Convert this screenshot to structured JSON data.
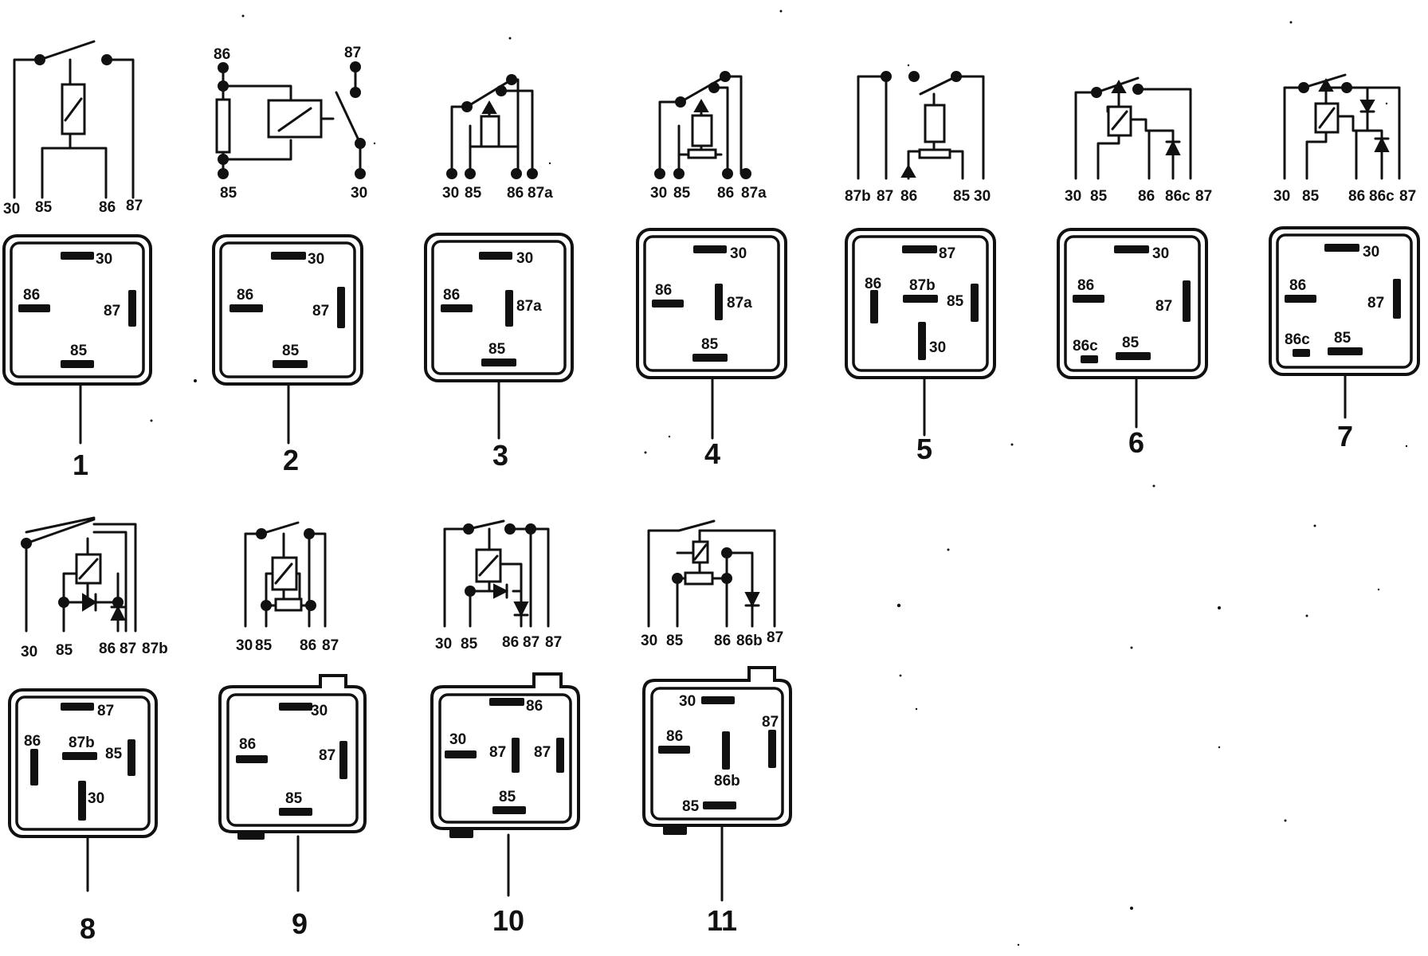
{
  "relays": [
    {
      "number": "1",
      "schematic_labels": [
        "30",
        "85",
        "86",
        "87"
      ],
      "base_labels": [
        "30",
        "86",
        "87",
        "85"
      ]
    },
    {
      "number": "2",
      "schematic_labels": [
        "86",
        "87",
        "85",
        "30"
      ],
      "base_labels": [
        "30",
        "86",
        "87",
        "85"
      ]
    },
    {
      "number": "3",
      "schematic_labels": [
        "30",
        "85",
        "86",
        "87a"
      ],
      "base_labels": [
        "30",
        "86",
        "87a",
        "85"
      ]
    },
    {
      "number": "4",
      "schematic_labels": [
        "30",
        "85",
        "86",
        "87a"
      ],
      "base_labels": [
        "30",
        "86",
        "87a",
        "85"
      ]
    },
    {
      "number": "5",
      "schematic_labels": [
        "87b",
        "87",
        "86",
        "85",
        "30"
      ],
      "base_labels": [
        "87",
        "86",
        "87b",
        "85",
        "30"
      ]
    },
    {
      "number": "6",
      "schematic_labels": [
        "30",
        "85",
        "86",
        "86c",
        "87"
      ],
      "base_labels": [
        "30",
        "86",
        "87",
        "86c",
        "85"
      ]
    },
    {
      "number": "7",
      "schematic_labels": [
        "30",
        "85",
        "86",
        "86c",
        "87"
      ],
      "base_labels": [
        "30",
        "86",
        "87",
        "86c",
        "85"
      ]
    },
    {
      "number": "8",
      "schematic_labels": [
        "30",
        "85",
        "86",
        "87",
        "87b"
      ],
      "base_labels": [
        "87",
        "86",
        "87b",
        "85",
        "30"
      ]
    },
    {
      "number": "9",
      "schematic_labels": [
        "30",
        "85",
        "86",
        "87"
      ],
      "base_labels": [
        "30",
        "86",
        "87",
        "85"
      ]
    },
    {
      "number": "10",
      "schematic_labels": [
        "30",
        "85",
        "86",
        "87",
        "87"
      ],
      "base_labels": [
        "86",
        "30",
        "87",
        "87",
        "85"
      ]
    },
    {
      "number": "11",
      "schematic_labels": [
        "30",
        "85",
        "86",
        "86b",
        "87"
      ],
      "base_labels": [
        "30",
        "86",
        "87",
        "86b",
        "85"
      ]
    }
  ]
}
